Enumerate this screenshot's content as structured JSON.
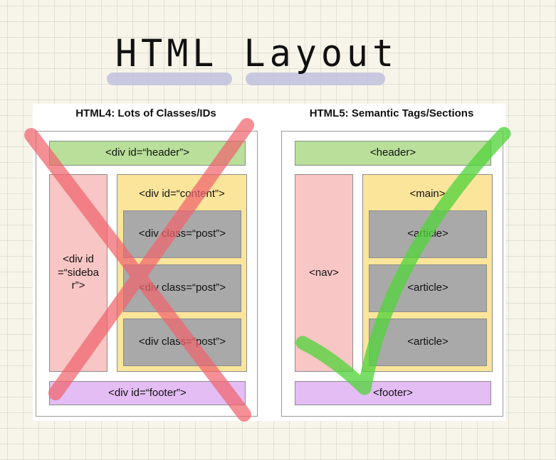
{
  "title": "HTML Layout",
  "html4": {
    "heading": "HTML4: Lots of Classes/IDs",
    "header": "<div id=“header”>",
    "sidebar": "<div id=“sidebar”>",
    "content": "<div id=“content”>",
    "posts": [
      "<div class=“post”>",
      "<div class=“post”>",
      "<div class=“post”>"
    ],
    "footer": "<div id=“footer”>"
  },
  "html5": {
    "heading": "HTML5: Semantic Tags/Sections",
    "header": "<header>",
    "nav": "<nav>",
    "main": "<main>",
    "articles": [
      "<article>",
      "<article>",
      "<article>"
    ],
    "footer": "<footer>"
  },
  "colors": {
    "cross_mark": "#f0656e",
    "check_mark": "#55d43d",
    "header_box": "#b9df9a",
    "sidebar_box": "#f8c6c4",
    "content_box": "#fbe59b",
    "post_box": "#a9a9a9",
    "footer_box": "#e3bdf3"
  }
}
